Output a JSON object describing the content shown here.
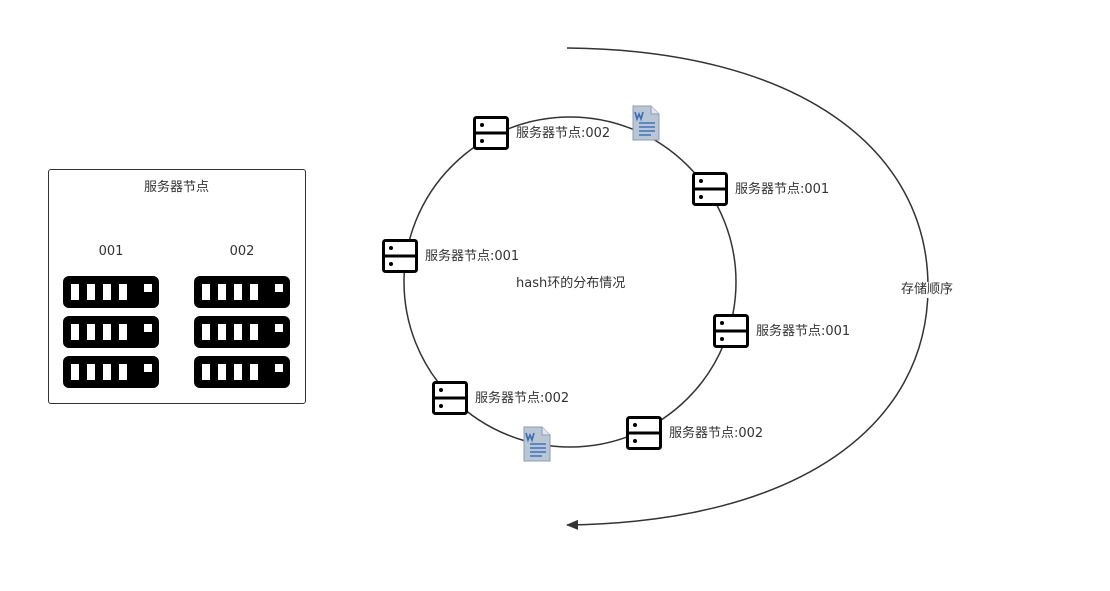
{
  "legend": {
    "title": "服务器节点",
    "columns": [
      {
        "label": "001"
      },
      {
        "label": "002"
      }
    ]
  },
  "ring": {
    "center_label": "hash环的分布情况",
    "nodes": [
      {
        "label": "服务器节点:002"
      },
      {
        "label": "服务器节点:001"
      },
      {
        "label": "服务器节点:001"
      },
      {
        "label": "服务器节点:001"
      },
      {
        "label": "服务器节点:002"
      },
      {
        "label": "服务器节点:002"
      }
    ],
    "documents": [
      {
        "icon": "word-document-icon"
      },
      {
        "icon": "word-document-icon"
      }
    ]
  },
  "arrow": {
    "label": "存储顺序"
  },
  "colors": {
    "stroke": "#333333",
    "icon": "#000000",
    "doc": "#b9c6d6",
    "doc_accent": "#3b6db3"
  }
}
